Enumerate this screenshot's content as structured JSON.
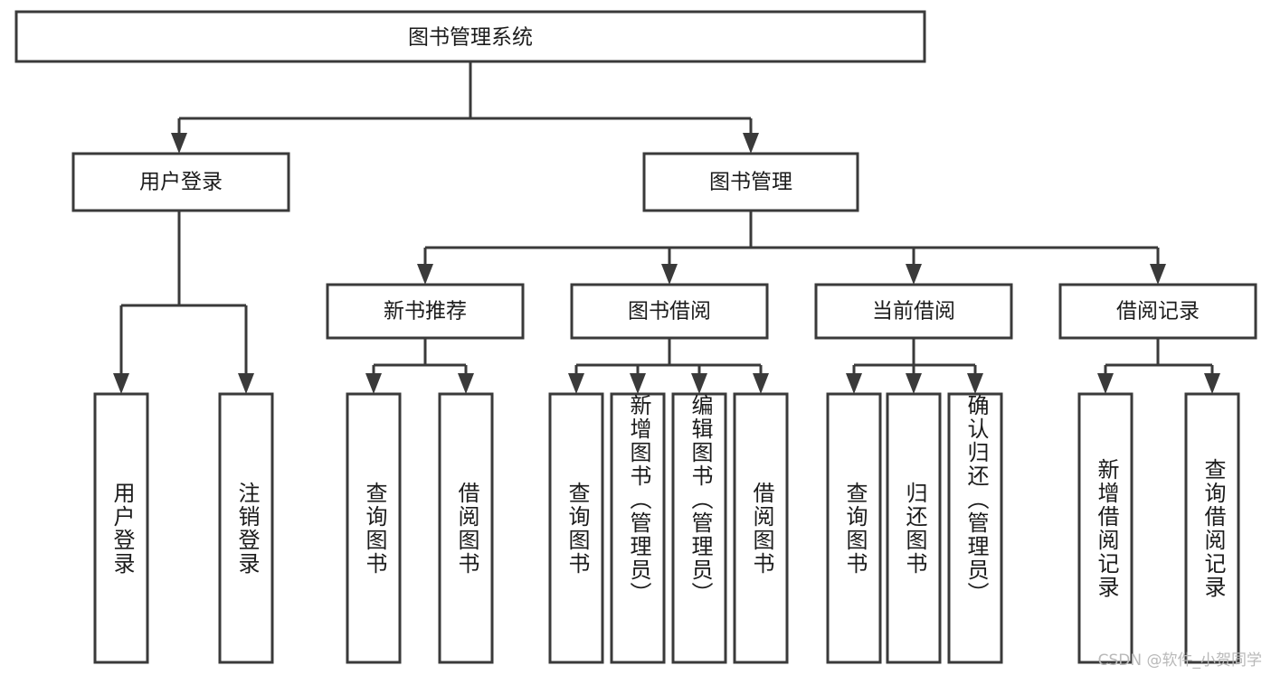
{
  "diagram": {
    "title": "图书管理系统",
    "type": "hierarchy-tree",
    "root": {
      "id": "root",
      "label": "图书管理系统",
      "orientation": "horizontal"
    },
    "level2": [
      {
        "id": "user-login",
        "label": "用户登录",
        "orientation": "horizontal"
      },
      {
        "id": "book-manage",
        "label": "图书管理",
        "orientation": "horizontal"
      }
    ],
    "level3": [
      {
        "id": "new-book-recommend",
        "label": "新书推荐",
        "orientation": "horizontal",
        "parent": "book-manage"
      },
      {
        "id": "book-borrow",
        "label": "图书借阅",
        "orientation": "horizontal",
        "parent": "book-manage"
      },
      {
        "id": "current-borrow",
        "label": "当前借阅",
        "orientation": "horizontal",
        "parent": "book-manage"
      },
      {
        "id": "borrow-record",
        "label": "借阅记录",
        "orientation": "horizontal",
        "parent": "book-manage"
      }
    ],
    "leaves": [
      {
        "id": "leaf-user-login",
        "label": "用户登录",
        "orientation": "vertical",
        "parent": "user-login"
      },
      {
        "id": "leaf-logout-login",
        "label": "注销登录",
        "orientation": "vertical",
        "parent": "user-login"
      },
      {
        "id": "leaf-query-book-1",
        "label": "查询图书",
        "orientation": "vertical",
        "parent": "new-book-recommend"
      },
      {
        "id": "leaf-borrow-book-1",
        "label": "借阅图书",
        "orientation": "vertical",
        "parent": "new-book-recommend"
      },
      {
        "id": "leaf-query-book-2",
        "label": "查询图书",
        "orientation": "vertical",
        "parent": "book-borrow"
      },
      {
        "id": "leaf-add-book-admin",
        "label": "新增图书（管理员）",
        "orientation": "vertical",
        "parent": "book-borrow"
      },
      {
        "id": "leaf-edit-book-admin",
        "label": "编辑图书（管理员）",
        "orientation": "vertical",
        "parent": "book-borrow"
      },
      {
        "id": "leaf-borrow-book-2",
        "label": "借阅图书",
        "orientation": "vertical",
        "parent": "book-borrow"
      },
      {
        "id": "leaf-query-book-3",
        "label": "查询图书",
        "orientation": "vertical",
        "parent": "current-borrow"
      },
      {
        "id": "leaf-return-book",
        "label": "归还图书",
        "orientation": "vertical",
        "parent": "current-borrow"
      },
      {
        "id": "leaf-confirm-return-admin",
        "label": "确认归还（管理员）",
        "orientation": "vertical",
        "parent": "current-borrow"
      },
      {
        "id": "leaf-add-borrow-record",
        "label": "新增借阅记录",
        "orientation": "vertical",
        "parent": "borrow-record"
      },
      {
        "id": "leaf-query-borrow-record",
        "label": "查询借阅记录",
        "orientation": "vertical",
        "parent": "borrow-record"
      }
    ]
  },
  "watermark": {
    "text": "CSDN @软件_小贺同学"
  },
  "colors": {
    "stroke": "#3a3a3a",
    "box_fill": "#ffffff",
    "text": "#1b1b1b",
    "background": "#ffffff",
    "watermark": "#b9b9b9"
  }
}
